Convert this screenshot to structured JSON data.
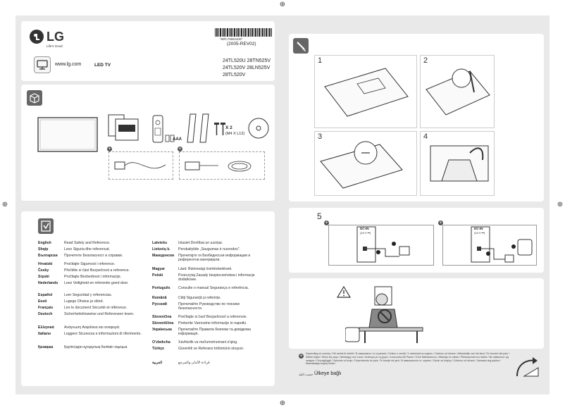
{
  "brand": {
    "logo_text": "LG",
    "tagline": "Life's Good",
    "website": "www.lg.com",
    "product": "LED TV"
  },
  "doc": {
    "barcode_text": "*MFL70561100*",
    "revision": "(2005-REV02)",
    "models": [
      "24TL520U  28TN525V",
      "24TL520V  28LN525V",
      "28TL520V"
    ]
  },
  "box_contents": {
    "battery_label": "AAA",
    "screw_qty": "X 2",
    "screw_spec": "(M4 X L12)"
  },
  "steps": [
    {
      "num": "1"
    },
    {
      "num": "2"
    },
    {
      "num": "3"
    },
    {
      "num": "4"
    },
    {
      "num": "5"
    }
  ],
  "ports": {
    "dcin_label": "DC-IN",
    "dcin_voltage": "(19 V ⎓)"
  },
  "languages_left": [
    {
      "name": "English",
      "text": "Read Safety and Reference."
    },
    {
      "name": "Shqip",
      "text": "Lexo Siguria dhe referencat."
    },
    {
      "name": "Български",
      "text": "Прочетете Безопасност и справки."
    },
    {
      "name": "Hrvatski",
      "text": "Pročitajte Sigurnost i reference."
    },
    {
      "name": "Česky",
      "text": "Přečtěte si část Bezpečnost a reference."
    },
    {
      "name": "Srpski",
      "text": "Pročitajte Bezbednost i informacije."
    },
    {
      "name": "Nederlands",
      "text": "Lees Veiligheid en referentie goed door."
    },
    {
      "name": "Español",
      "text": "Leer Seguridad y referencias."
    },
    {
      "name": "Eesti",
      "text": "Lugege Ohutus ja viited."
    },
    {
      "name": "Français",
      "text": "Lire le document Sécurité et référence."
    },
    {
      "name": "Deutsch",
      "text": "Sicherheitshinweise und Referenzen lesen."
    },
    {
      "name": "Ελληνικά",
      "text": "Ανάγνωση Ασφάλεια και αναφορά."
    },
    {
      "name": "Italiano",
      "text": "Leggere Sicurezza e informazioni di riferimento."
    },
    {
      "name": "Қазақша",
      "text": "Қауіпсіздік нұсқаулық бөлімін оқыңыз."
    }
  ],
  "languages_right": [
    {
      "name": "Latviešu",
      "text": "Izlasiet Drošībai un uzziņai."
    },
    {
      "name": "Lietuvių k.",
      "text": "Perskaitykite „Saugumas ir nuorodos\"."
    },
    {
      "name": "Македонски",
      "text": "Прочитајте ги Безбедносни информации и референтни материјали."
    },
    {
      "name": "Magyar",
      "text": "Lásd: Biztonsági óvintézkedések."
    },
    {
      "name": "Polski",
      "text": "Przeczytaj Zasady bezpieczeństwa i informacje dodatkowe."
    },
    {
      "name": "Português",
      "text": "Consulte o manual Segurança e referência."
    },
    {
      "name": "Română",
      "text": "Citiți Siguranță și referințe."
    },
    {
      "name": "Русский",
      "text": "Прочитайте Руководство по технике безопасности."
    },
    {
      "name": "Slovenčina",
      "text": "Prečítajte si časť Bezpečnosť a referencie."
    },
    {
      "name": "Slovenščina",
      "text": "Preberite Varnostne informacije in napotki."
    },
    {
      "name": "Українська",
      "text": "Прочитайте Правила безпеки та довідкова інформація."
    },
    {
      "name": "O'zbekcha",
      "text": "Xavfsizlik va ma'lumotnomani o'qing."
    },
    {
      "name": "Türkçe",
      "text": "Güvenlik ve Referans bölümünü okuyun."
    },
    {
      "name": "العربية",
      "text": "قراءة الأمان والمرجع"
    }
  ],
  "footnote": "Depending on country / Në varësi të shtetit / В зависимост от страната / Ovisno o zemlji / V závislosti na regionu / Zavisno od države / Afhankelijk van het land / En función del país / Sõltub riigist / Selon les pays / Abhängig vom Land / Ανάλογα με τη χώρα / A seconda del Paese / Елге байланысты / Atkarīgs no valsts / Priklausomai nuo šalies / Во зависност од земјата / Országfüggő / Zależnie od kraju / Dependendo do país / În funcţie de ţară / В зависимости от страны / Závisí od krajiny / Odvisno od države / Залежно від країни / Mamlakatga bog'liq holda /",
  "footnote_end": "Ülkeye bağlı",
  "footnote_arabic": "حسب البلد",
  "colors": {
    "sheet": "#e9e9e9",
    "card": "#ffffff",
    "icon": "#666666"
  }
}
